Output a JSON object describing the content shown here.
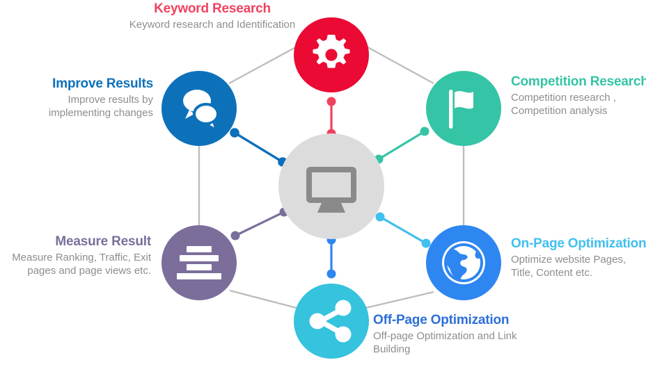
{
  "diagram": {
    "type": "hub-and-spoke cycle",
    "center": {
      "icon": "desktop-monitor-icon",
      "circle_color": "#dcdcdc",
      "icon_color": "#8a8a8a"
    },
    "hexagon_line_color": "#bdbdbd",
    "nodes": [
      {
        "id": "keyword-research",
        "title": "Keyword Research",
        "description": "Keyword research and Identification",
        "icon": "gear-icon",
        "color": "#eb0a33",
        "title_color": "#f0425f",
        "connector_color": "#f0425f"
      },
      {
        "id": "competition-research",
        "title": "Competition Research",
        "description": "Competition research , Competition analysis",
        "icon": "flag-icon",
        "color": "#35c4a5",
        "title_color": "#35c4a5",
        "connector_color": "#35c4a5"
      },
      {
        "id": "on-page-optimization",
        "title": "On-Page Optimization",
        "description": "Optimize website Pages, Title, Content etc.",
        "icon": "globe-icon",
        "color": "#2e86f0",
        "title_color": "#41bfee",
        "connector_color": "#41bfee"
      },
      {
        "id": "off-page-optimization",
        "title": "Off-Page Optimization",
        "description": "Off-page Optimization and Link Building",
        "icon": "share-nodes-icon",
        "color": "#35c3dd",
        "title_color": "#2d6fd8",
        "connector_color": "#2e86f0"
      },
      {
        "id": "measure-result",
        "title": "Measure Result",
        "description": "Measure Ranking, Traffic, Exit pages and page views etc.",
        "icon": "align-center-bars-icon",
        "color": "#7b6e9b",
        "title_color": "#7b6e9b",
        "connector_color": "#7b6e9b"
      },
      {
        "id": "improve-results",
        "title": "Improve Results",
        "description": "Improve results by implementing changes",
        "icon": "chat-bubbles-icon",
        "color": "#0d71ba",
        "title_color": "#0d71ba",
        "connector_color": "#0d6fba"
      }
    ]
  },
  "labels": {
    "keyword_research": {
      "title": "Keyword Research",
      "line1": "Keyword research and Identification"
    },
    "improve_results": {
      "title": "Improve Results",
      "line1": "Improve results  by",
      "line2": "implementing changes"
    },
    "competition_research": {
      "title": "Competition Research",
      "line1": "Competition research ,",
      "line2": "Competition analysis"
    },
    "measure_result": {
      "title": "Measure Result",
      "line1": "Measure Ranking, Traffic, Exit",
      "line2": "pages and page views etc."
    },
    "on_page_optimization": {
      "title": "On-Page Optimization",
      "line1": "Optimize website Pages,",
      "line2": "Title, Content etc."
    },
    "off_page_optimization": {
      "title": "Off-Page Optimization",
      "line1": "Off-page Optimization and Link",
      "line2": "Building"
    }
  }
}
